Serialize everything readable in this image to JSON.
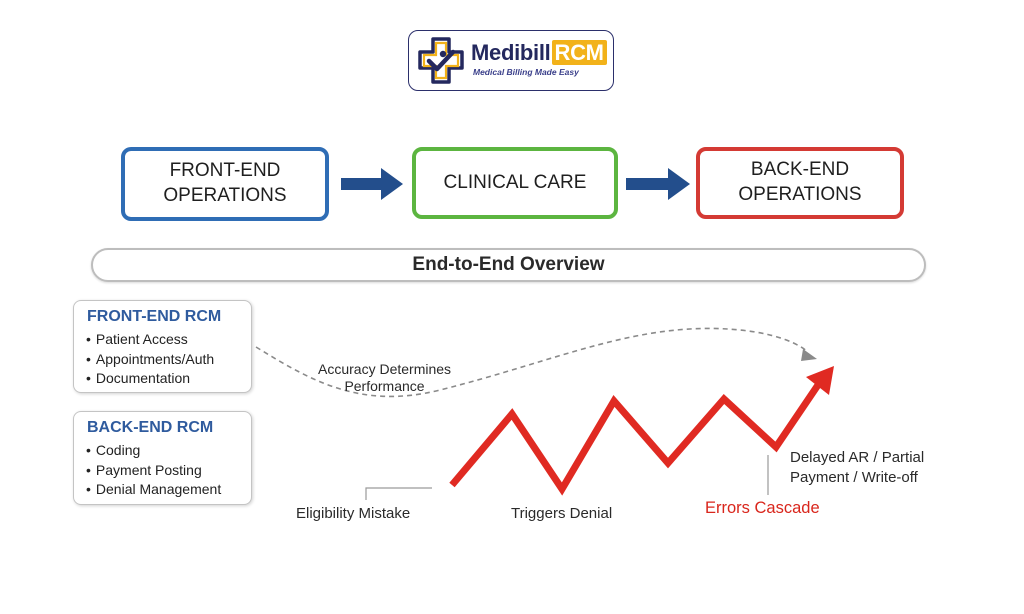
{
  "logo": {
    "brand_name": "Medibill",
    "brand_suffix": "RCM",
    "tagline": "Medical Billing Made Easy",
    "icon": "medical-cross-check-icon"
  },
  "stages": [
    {
      "label": "FRONT-END\nOPERATIONS",
      "color": "#2f6db5"
    },
    {
      "label": "CLINICAL CARE",
      "color": "#5cb540"
    },
    {
      "label": "BACK-END\nOPERATIONS",
      "color": "#d43a34"
    }
  ],
  "overview": {
    "title": "End-to-End Overview"
  },
  "front_end_rcm": {
    "title": "FRONT-END RCM",
    "items": [
      "Patient Access",
      "Appointments/Auth",
      "Documentation"
    ]
  },
  "back_end_rcm": {
    "title": "BACK-END RCM",
    "items": [
      "Coding",
      "Payment Posting",
      "Denial Management"
    ]
  },
  "flow_labels": {
    "accuracy": "Accuracy Determines\nPerformance",
    "eligibility": "Eligibility Mistake",
    "triggers": "Triggers Denial",
    "errors": "Errors Cascade",
    "delayed": "Delayed AR / Partial\nPayment / Write-off"
  },
  "colors": {
    "arrow_blue": "#234e8c",
    "zigzag_red": "#e02a22",
    "errors_red": "#d9261c",
    "rcm_title_blue": "#2f5b9e",
    "brand_navy": "#24285e",
    "brand_gold": "#f2b21a"
  }
}
